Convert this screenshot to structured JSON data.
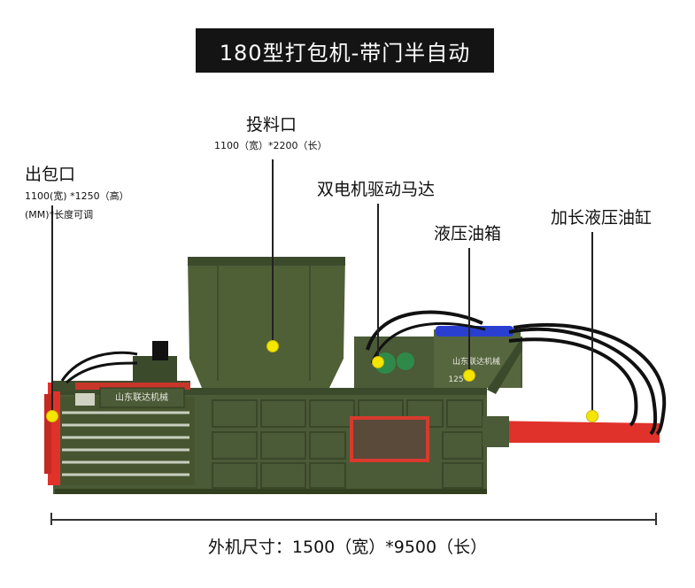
{
  "title": "180型打包机-带门半自动",
  "labels": {
    "feed": {
      "name": "投料口",
      "spec": "1100（宽）*2200（长）"
    },
    "outlet": {
      "name": "出包口",
      "spec1": "1100(宽) *1250（高）",
      "spec2": "(MM)*长度可调"
    },
    "motor": {
      "name": "双电机驱动马达"
    },
    "tank": {
      "name": "液压油箱"
    },
    "cylinder": {
      "name": "加长液压油缸"
    }
  },
  "machine_text": {
    "brand_left": "山东联达机械",
    "brand_right": "山东联达机械",
    "model": "125"
  },
  "dimensions": "外机尺寸：1500（宽）*9500（长）",
  "colors": {
    "body": "#4b5a37",
    "accent_red": "#e0322a",
    "marker": "#f5e600",
    "title_bg": "#141414"
  }
}
